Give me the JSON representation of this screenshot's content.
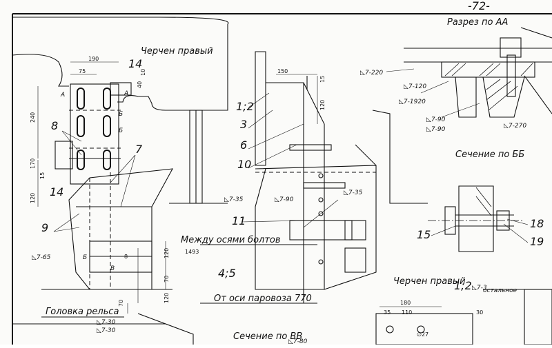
{
  "sheet": {
    "page_number": "-72-",
    "labels": {
      "section_aa": "Разрез по АА",
      "section_bb": "Сечение по ББ",
      "section_vv": "Сечение по ВВ",
      "paint_right_top": "Черчен правый",
      "paint_right_bottom": "Черчен правый",
      "between_bolt_axes": "Между осями болтов",
      "between_bolt_axes_value": "1493",
      "from_loco_axis": "От оси паровоза 770",
      "rail_head": "Головка рельса",
      "rest_note": "остальное"
    },
    "part_numbers": {
      "p14_top": "14",
      "p14_left": "14",
      "p1_2_top": "1;2",
      "p1_2_bottom": "1;2",
      "p3": "3",
      "p6": "6",
      "p10": "10",
      "p11": "11",
      "p7": "7",
      "p8": "8",
      "p9": "9",
      "p4_5": "4;5",
      "p15": "15",
      "p18": "18",
      "p19": "19"
    },
    "dimensions": {
      "d190": "190",
      "d75": "75",
      "d240": "240",
      "d170": "170",
      "d15": "15",
      "d120a": "120",
      "d40": "40",
      "d10": "10",
      "d150": "150",
      "d15b": "15",
      "d120b": "120",
      "d120c": "120",
      "d70a": "70",
      "d70b": "70",
      "d120d": "120",
      "d180": "180",
      "d110": "110",
      "d35": "35",
      "d30": "30",
      "d8": "8",
      "d2_20": "∅27"
    },
    "welds": {
      "w7_220": "◺7-220",
      "w7_120": "◺7-120",
      "w7_1920": "◺7-1920",
      "w7_90a": "◺7-90",
      "w7_90b": "◺7-90",
      "w7_270": "◺7-270",
      "w7_35a": "◺7-35",
      "w7_35b": "◺7-35",
      "w7_90c": "◺7-90",
      "w7_65": "◺7-65",
      "w7_30a": "◺7-30",
      "w7_30b": "◺7-30",
      "w7_3": "◺7-3",
      "w7_80": "◺7-80"
    },
    "markers": {
      "a_top": "А",
      "a_mid": "А",
      "b_top": "Б",
      "b_mid": "Б",
      "b_low": "Б",
      "v_low": "В"
    }
  }
}
